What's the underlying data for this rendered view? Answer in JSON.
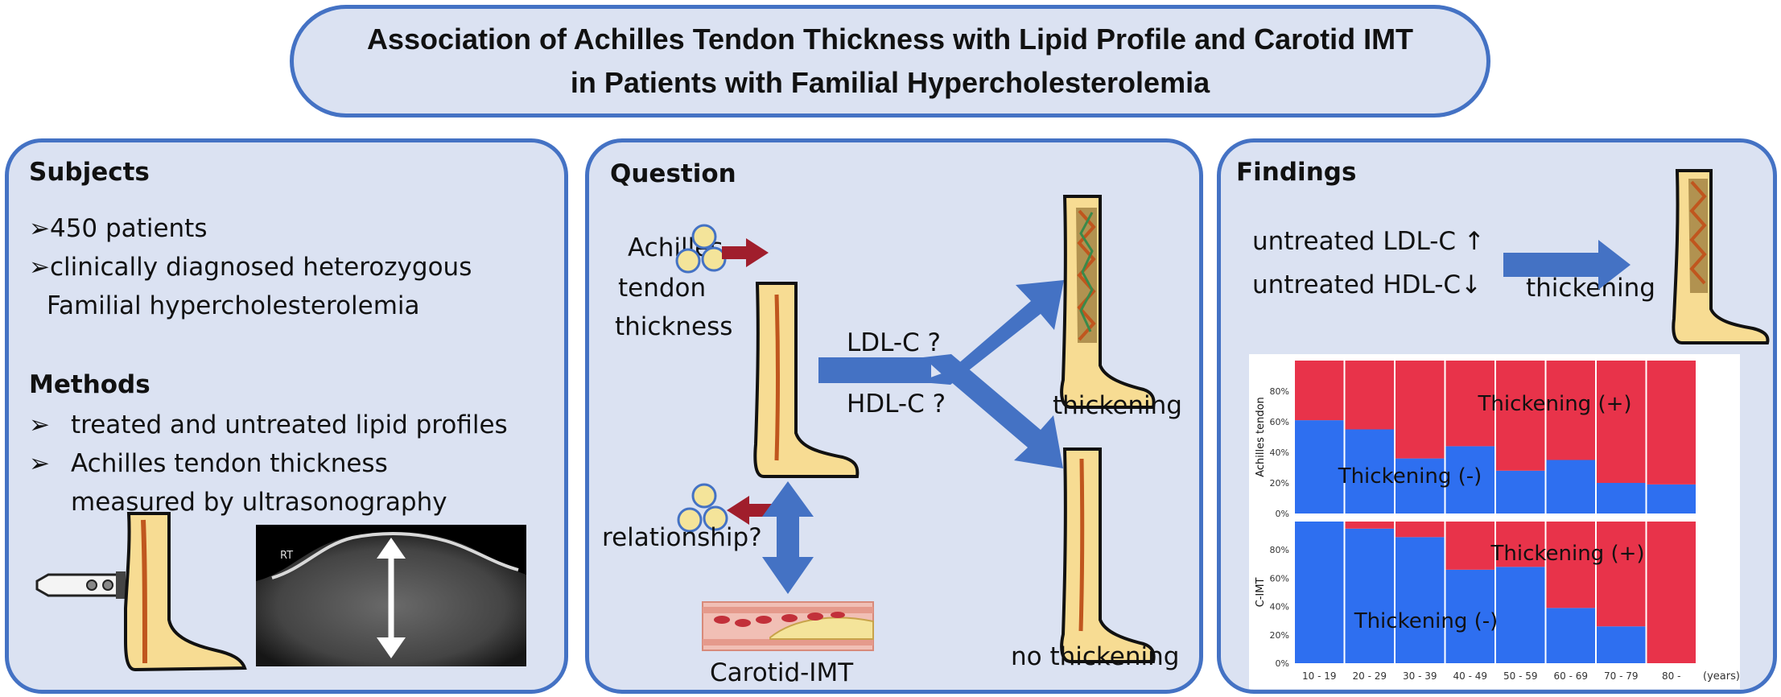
{
  "title": {
    "line1": "Association of Achilles Tendon Thickness with Lipid Profile and Carotid IMT",
    "line2": "in Patients with Familial Hypercholesterolemia"
  },
  "subjects": {
    "heading": "Subjects",
    "items": [
      "➢450 patients",
      "➢clinically diagnosed heterozygous",
      "Familial hypercholesterolemia"
    ]
  },
  "methods": {
    "heading": "Methods",
    "bullet": "➢",
    "items": [
      "treated and untreated lipid profiles",
      "Achilles tendon thickness",
      "measured by ultrasonography"
    ],
    "ultrasound_label": "RT"
  },
  "question": {
    "heading": "Question",
    "achilles_label": [
      "Achilles",
      "tendon",
      "thickness"
    ],
    "ldl_label": "LDL-C ?",
    "hdl_label": "HDL-C ?",
    "thickening": "thickening",
    "no_thickening": "no thickening",
    "relationship": "relationship?",
    "carotid": "Carotid-IMT"
  },
  "findings": {
    "heading": "Findings",
    "ldl": "untreated LDL-C ↑",
    "hdl": "untreated HDL-C↓",
    "thickening": "thickening"
  },
  "chart_data": [
    {
      "type": "bar",
      "stacked": true,
      "ylabel": "Achilles tendon",
      "categories": [
        "10 - 19",
        "20 - 29",
        "30 - 39",
        "40 - 49",
        "50 - 59",
        "60 - 69",
        "70 - 79",
        "80 -"
      ],
      "series": [
        {
          "name": "Thickening (-)",
          "color": "#2e6ff0",
          "values": [
            61,
            55,
            36,
            44,
            28,
            35,
            20,
            19
          ]
        },
        {
          "name": "Thickening (+)",
          "color": "#e8334a",
          "values": [
            39,
            45,
            64,
            56,
            72,
            65,
            80,
            81
          ]
        }
      ],
      "widths": [
        1,
        1,
        1,
        1,
        1,
        1,
        1,
        1
      ],
      "yticks": [
        "0%",
        "20%",
        "40%",
        "60%",
        "80%"
      ],
      "ylim": [
        0,
        100
      ]
    },
    {
      "type": "bar",
      "stacked": true,
      "ylabel": "C-IMT",
      "xlabel": "(years)",
      "categories": [
        "10 - 19",
        "20 - 29",
        "30 - 39",
        "40 - 49",
        "50 - 59",
        "60 - 69",
        "70 - 79",
        "80 -"
      ],
      "series": [
        {
          "name": "Thickening (-)",
          "color": "#2e6ff0",
          "values": [
            100,
            95,
            89,
            66,
            68,
            39,
            26,
            0
          ]
        },
        {
          "name": "Thickening (+)",
          "color": "#e8334a",
          "values": [
            0,
            5,
            11,
            34,
            32,
            61,
            74,
            100
          ]
        }
      ],
      "yticks": [
        "0%",
        "20%",
        "40%",
        "60%",
        "80%"
      ],
      "ylim": [
        0,
        100
      ]
    }
  ],
  "colors": {
    "panel_bg": "#dbe2f2",
    "border": "#4472c4",
    "arrow_blue": "#4472c4",
    "arrow_red": "#a01e2c",
    "skin": "#f7dc93",
    "tendon": "#c0561e"
  }
}
